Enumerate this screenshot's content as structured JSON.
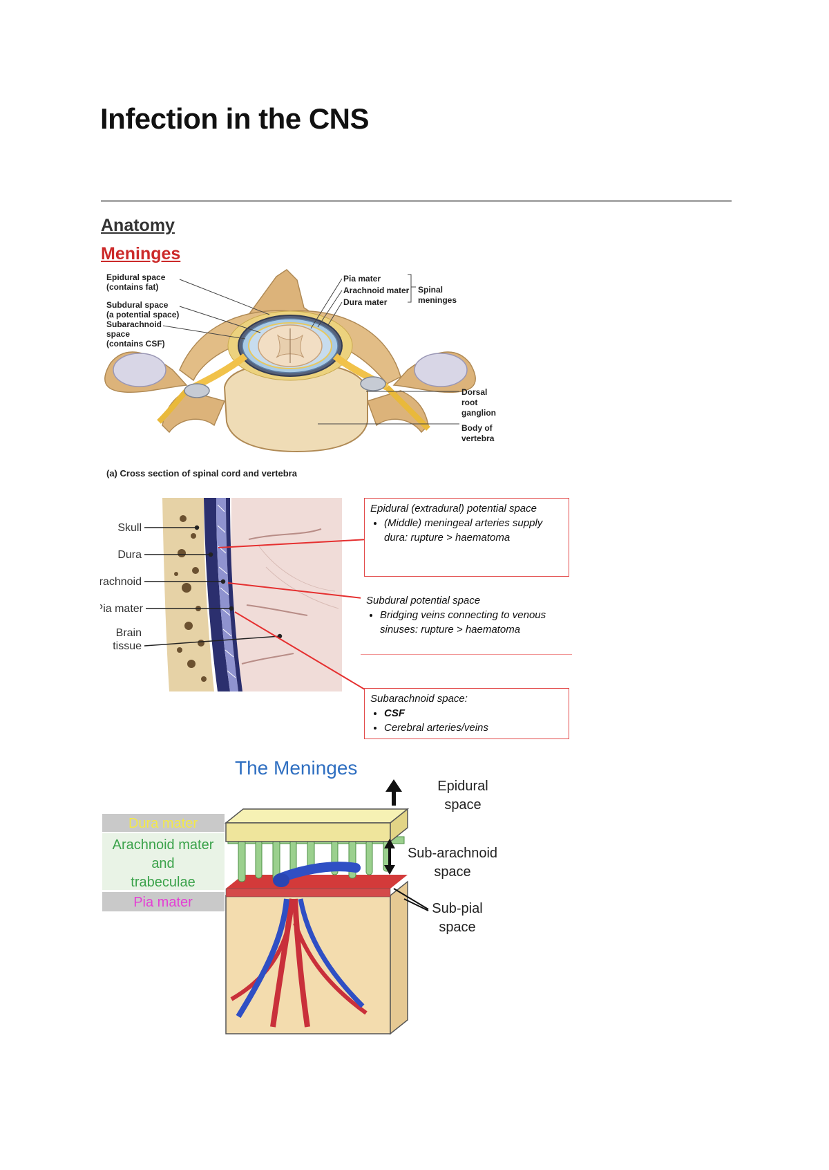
{
  "title": "Infection in the CNS",
  "section": "Anatomy",
  "subsection": "Meninges",
  "figure1": {
    "labels_left": [
      "Epidural space",
      "(contains fat)",
      "Subdural space",
      "(a potential space)",
      "Subarachnoid",
      "space",
      "(contains CSF)"
    ],
    "labels_right": [
      "Pia mater",
      "Arachnoid mater",
      "Dura mater",
      "Spinal",
      "meninges",
      "Dorsal",
      "root",
      "ganglion",
      "Body of",
      "vertebra"
    ],
    "caption": "(a) Cross section of spinal cord and vertebra"
  },
  "figure2": {
    "labels": [
      "Skull",
      "Dura",
      "Arachnoid",
      "Pia mater",
      "Brain",
      "tissue"
    ],
    "callouts": [
      {
        "heading": "Epidural (extradural) potential space",
        "bullets": [
          "(Middle) meningeal arteries supply dura: rupture > haematoma"
        ]
      },
      {
        "heading": "Subdural potential space",
        "bullets": [
          "Bridging veins connecting to venous sinuses: rupture > haematoma"
        ]
      },
      {
        "heading": "Subarachnoid space:",
        "bullets": [
          "CSF",
          "Cerebral arteries/veins"
        ]
      }
    ]
  },
  "figure3": {
    "title": "The Meninges",
    "layer_labels": [
      "Dura mater",
      "Arachnoid mater",
      "and",
      "trabeculae",
      "Pia mater"
    ],
    "space_labels": [
      "Epidural",
      "space",
      "Sub-arachnoid",
      "space",
      "Sub-pial",
      "space"
    ],
    "colors": {
      "title": "#2f6fc1",
      "dura": "#f2e84a",
      "arachnoid": "#3aa24a",
      "pia": "#e43fd4",
      "label_bg": "#c9c9c9",
      "arachnoid_bg": "#e9f3e6"
    }
  }
}
